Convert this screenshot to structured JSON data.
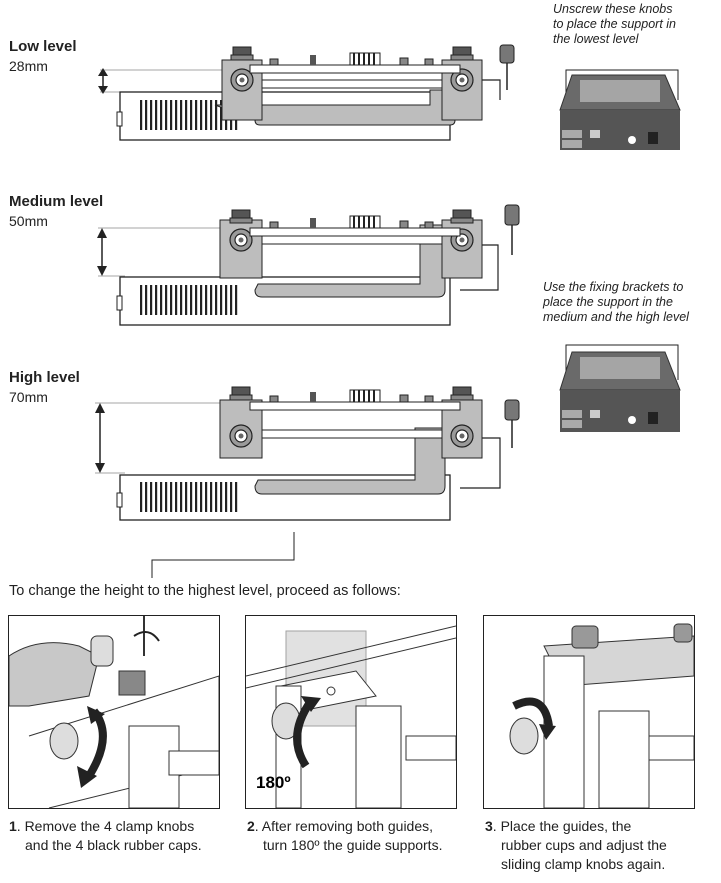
{
  "levels": [
    {
      "title": "Low level",
      "height": "28mm"
    },
    {
      "title": "Medium level",
      "height": "50mm"
    },
    {
      "title": "High level",
      "height": "70mm"
    }
  ],
  "notes": {
    "unscrew": [
      "Unscrew these knobs",
      "to place the support in",
      "the lowest level"
    ],
    "brackets": [
      "Use the fixing brackets to",
      "place the support in the",
      "medium and the high level"
    ]
  },
  "intro": "To change the height to the highest level, proceed as follows:",
  "steps": [
    {
      "num": "1",
      "lines": [
        ". Remove the 4 clamp knobs",
        "and the 4 black rubber caps."
      ]
    },
    {
      "num": "2",
      "lines": [
        ". After removing both guides,",
        "turn 180º the guide supports."
      ]
    },
    {
      "num": "3",
      "lines": [
        ". Place the guides, the",
        "rubber cups and adjust the",
        "sliding clamp knobs again."
      ]
    }
  ],
  "rotation_label": "180",
  "rotation_deg_symbol": "º"
}
